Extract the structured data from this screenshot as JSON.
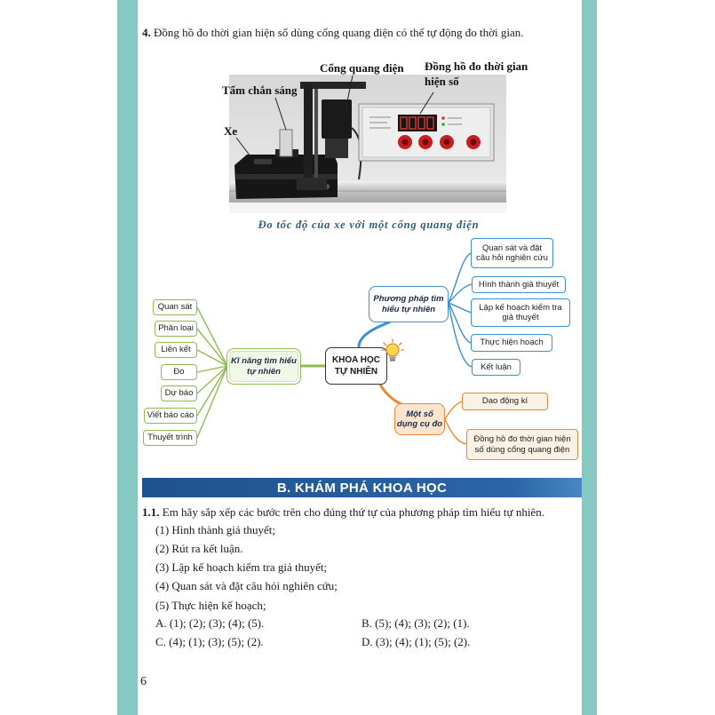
{
  "item4": {
    "number": "4.",
    "text": "Đồng hồ đo thời gian hiện số dùng cổng quang điện có thể tự động đo thời gian."
  },
  "figure": {
    "labels": {
      "gate": "Cổng quang điện",
      "timer": [
        "Đồng hồ đo thời gian",
        "hiện số"
      ],
      "shield": "Tấm chắn sáng",
      "cart": "Xe"
    },
    "caption": "Đo tốc độ của xe với một cổng quang điện"
  },
  "mindmap": {
    "center": [
      "KHOA HỌC",
      "TỰ NHIÊN"
    ],
    "skills": {
      "title": [
        "Kĩ năng tìm hiểu",
        "tự nhiên"
      ],
      "items": [
        "Quan sát",
        "Phân loại",
        "Liên kết",
        "Đo",
        "Dự báo",
        "Viết báo cáo",
        "Thuyết trình"
      ]
    },
    "method": {
      "title": [
        "Phương pháp tìm",
        "hiểu tự nhiên"
      ],
      "items": [
        [
          "Quan sát và đặt",
          "câu hỏi nghiên cứu"
        ],
        [
          "Hình thành giả thuyết"
        ],
        [
          "Lập kế hoạch kiểm tra",
          "giả thuyết"
        ],
        [
          "Thực hiện hoạch"
        ],
        [
          "Kết luận"
        ]
      ]
    },
    "tools": {
      "title": [
        "Một số",
        "dụng cụ đo"
      ],
      "items": [
        [
          "Dao động kí"
        ],
        [
          "Đồng hồ đo thời gian hiện",
          "số dùng cổng quang điện"
        ]
      ]
    }
  },
  "section_b": {
    "title": "B. KHÁM PHÁ KHOA HỌC"
  },
  "question": {
    "number": "1.1.",
    "text": "Em hãy sắp xếp các bước trên cho đúng thứ tự của phương pháp tìm hiểu tự nhiên.",
    "steps": [
      "(1) Hình thành giả thuyết;",
      "(2) Rút ra kết luận.",
      "(3) Lập kế hoạch kiểm tra giả thuyết;",
      "(4) Quan sát và đặt câu hỏi nghiên cứu;",
      "(5) Thực hiện kế hoạch;"
    ],
    "options": [
      "A. (1); (2); (3); (4); (5).",
      "B. (5); (4); (3); (2); (1).",
      "C. (4); (1); (3); (5); (2).",
      "D. (3); (4); (1); (5); (2)."
    ]
  },
  "page_number": "6",
  "icons": {
    "bulb": "lightbulb-icon"
  },
  "colors": {
    "border_teal": "#86c9c3",
    "section_bar": "#1f518f",
    "skills_branch": "#8fbc4f",
    "method_branch": "#3d8fd1",
    "tools_branch": "#e8893a",
    "caption": "#2e5d78"
  }
}
